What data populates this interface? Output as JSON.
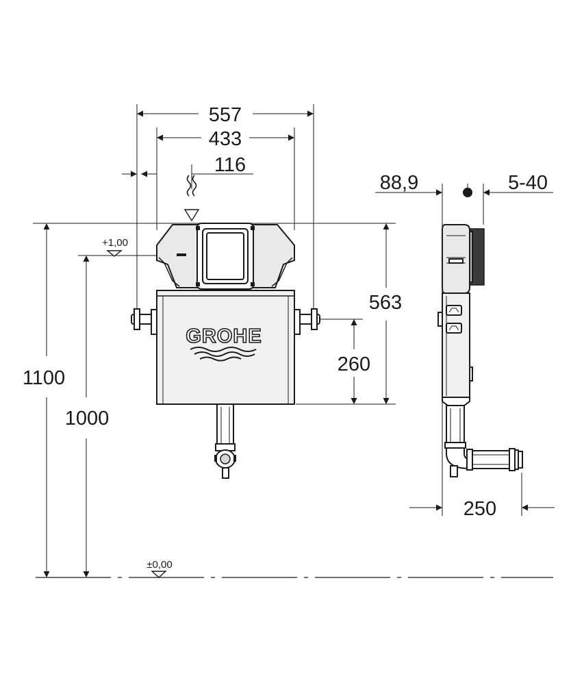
{
  "front_view": {
    "dimensions": {
      "total_width": "557",
      "body_width": "433",
      "button_offset": "116",
      "height_1100": "1100",
      "height_1000": "1000",
      "height_563": "563",
      "height_260": "260"
    },
    "levels": {
      "upper": "+1,00",
      "floor": "±0,00"
    },
    "brand": "GROHE"
  },
  "side_view": {
    "dimensions": {
      "depth": "88,9",
      "adjust": "5-40",
      "outlet": "250"
    }
  },
  "icons": {
    "flush": "flush-wave-icon",
    "logo_waves": "grohe-wave-icon"
  },
  "colors": {
    "line": "#1a1a1a",
    "fill_light": "#e9e9e9",
    "background": "#ffffff"
  }
}
